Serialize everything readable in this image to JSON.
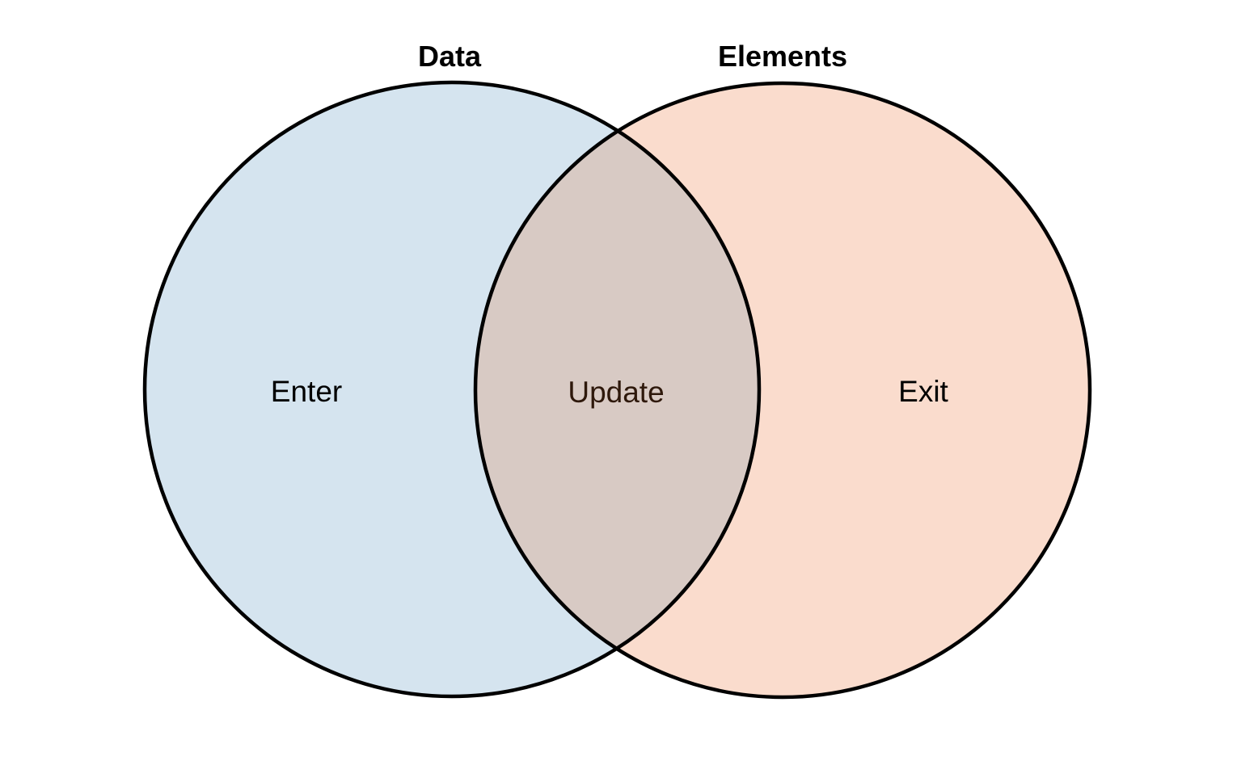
{
  "page": {
    "background": "#ffffff"
  },
  "diagram": {
    "type": "venn-2-circle",
    "left_circle": {
      "title": "Data",
      "label": "Enter",
      "fill": "#d5e4ef"
    },
    "right_circle": {
      "title": "Elements",
      "label": "Exit",
      "fill": "#fadccd"
    },
    "intersection": {
      "label": "Update",
      "fill": "#d8cac4",
      "label_color": "#2e180b"
    },
    "stroke": {
      "color": "#000000"
    },
    "text_color": "#000000"
  }
}
